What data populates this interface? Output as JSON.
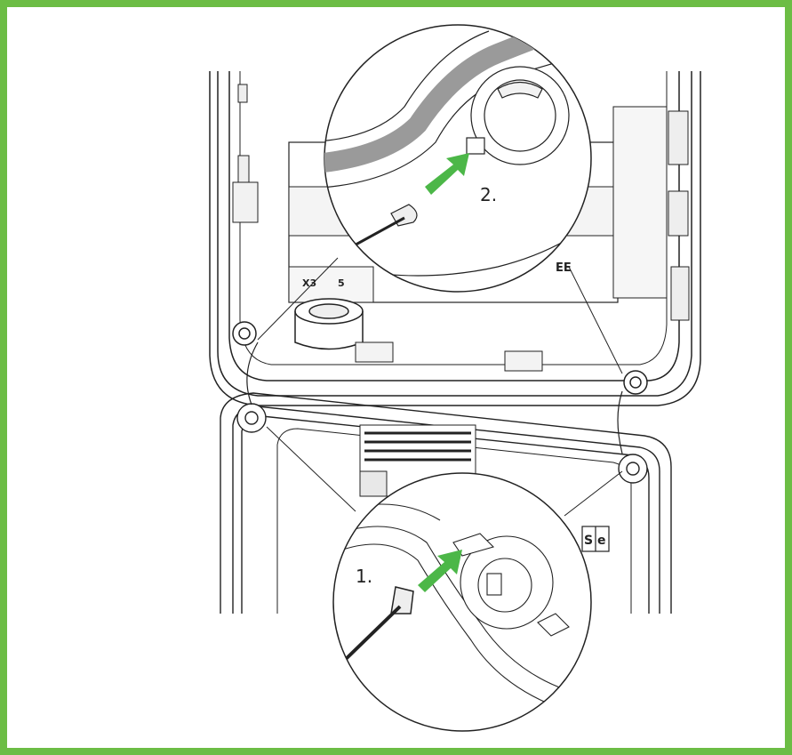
{
  "colors": {
    "frame": "#6cbd45",
    "arrow": "#4cb748",
    "line": "#222222",
    "gasket": "#9a9a9a",
    "gasket_light": "#cfcfcf"
  },
  "labels": {
    "step1": "1.",
    "step2": "2.",
    "terminal": "X3",
    "terminal_suffix": "5",
    "brand_fragment": "EE",
    "badge_left": "S",
    "badge_right": "e"
  },
  "icons": {
    "arrow": "arrow-up-right-icon",
    "key": "triangular-key-icon"
  }
}
